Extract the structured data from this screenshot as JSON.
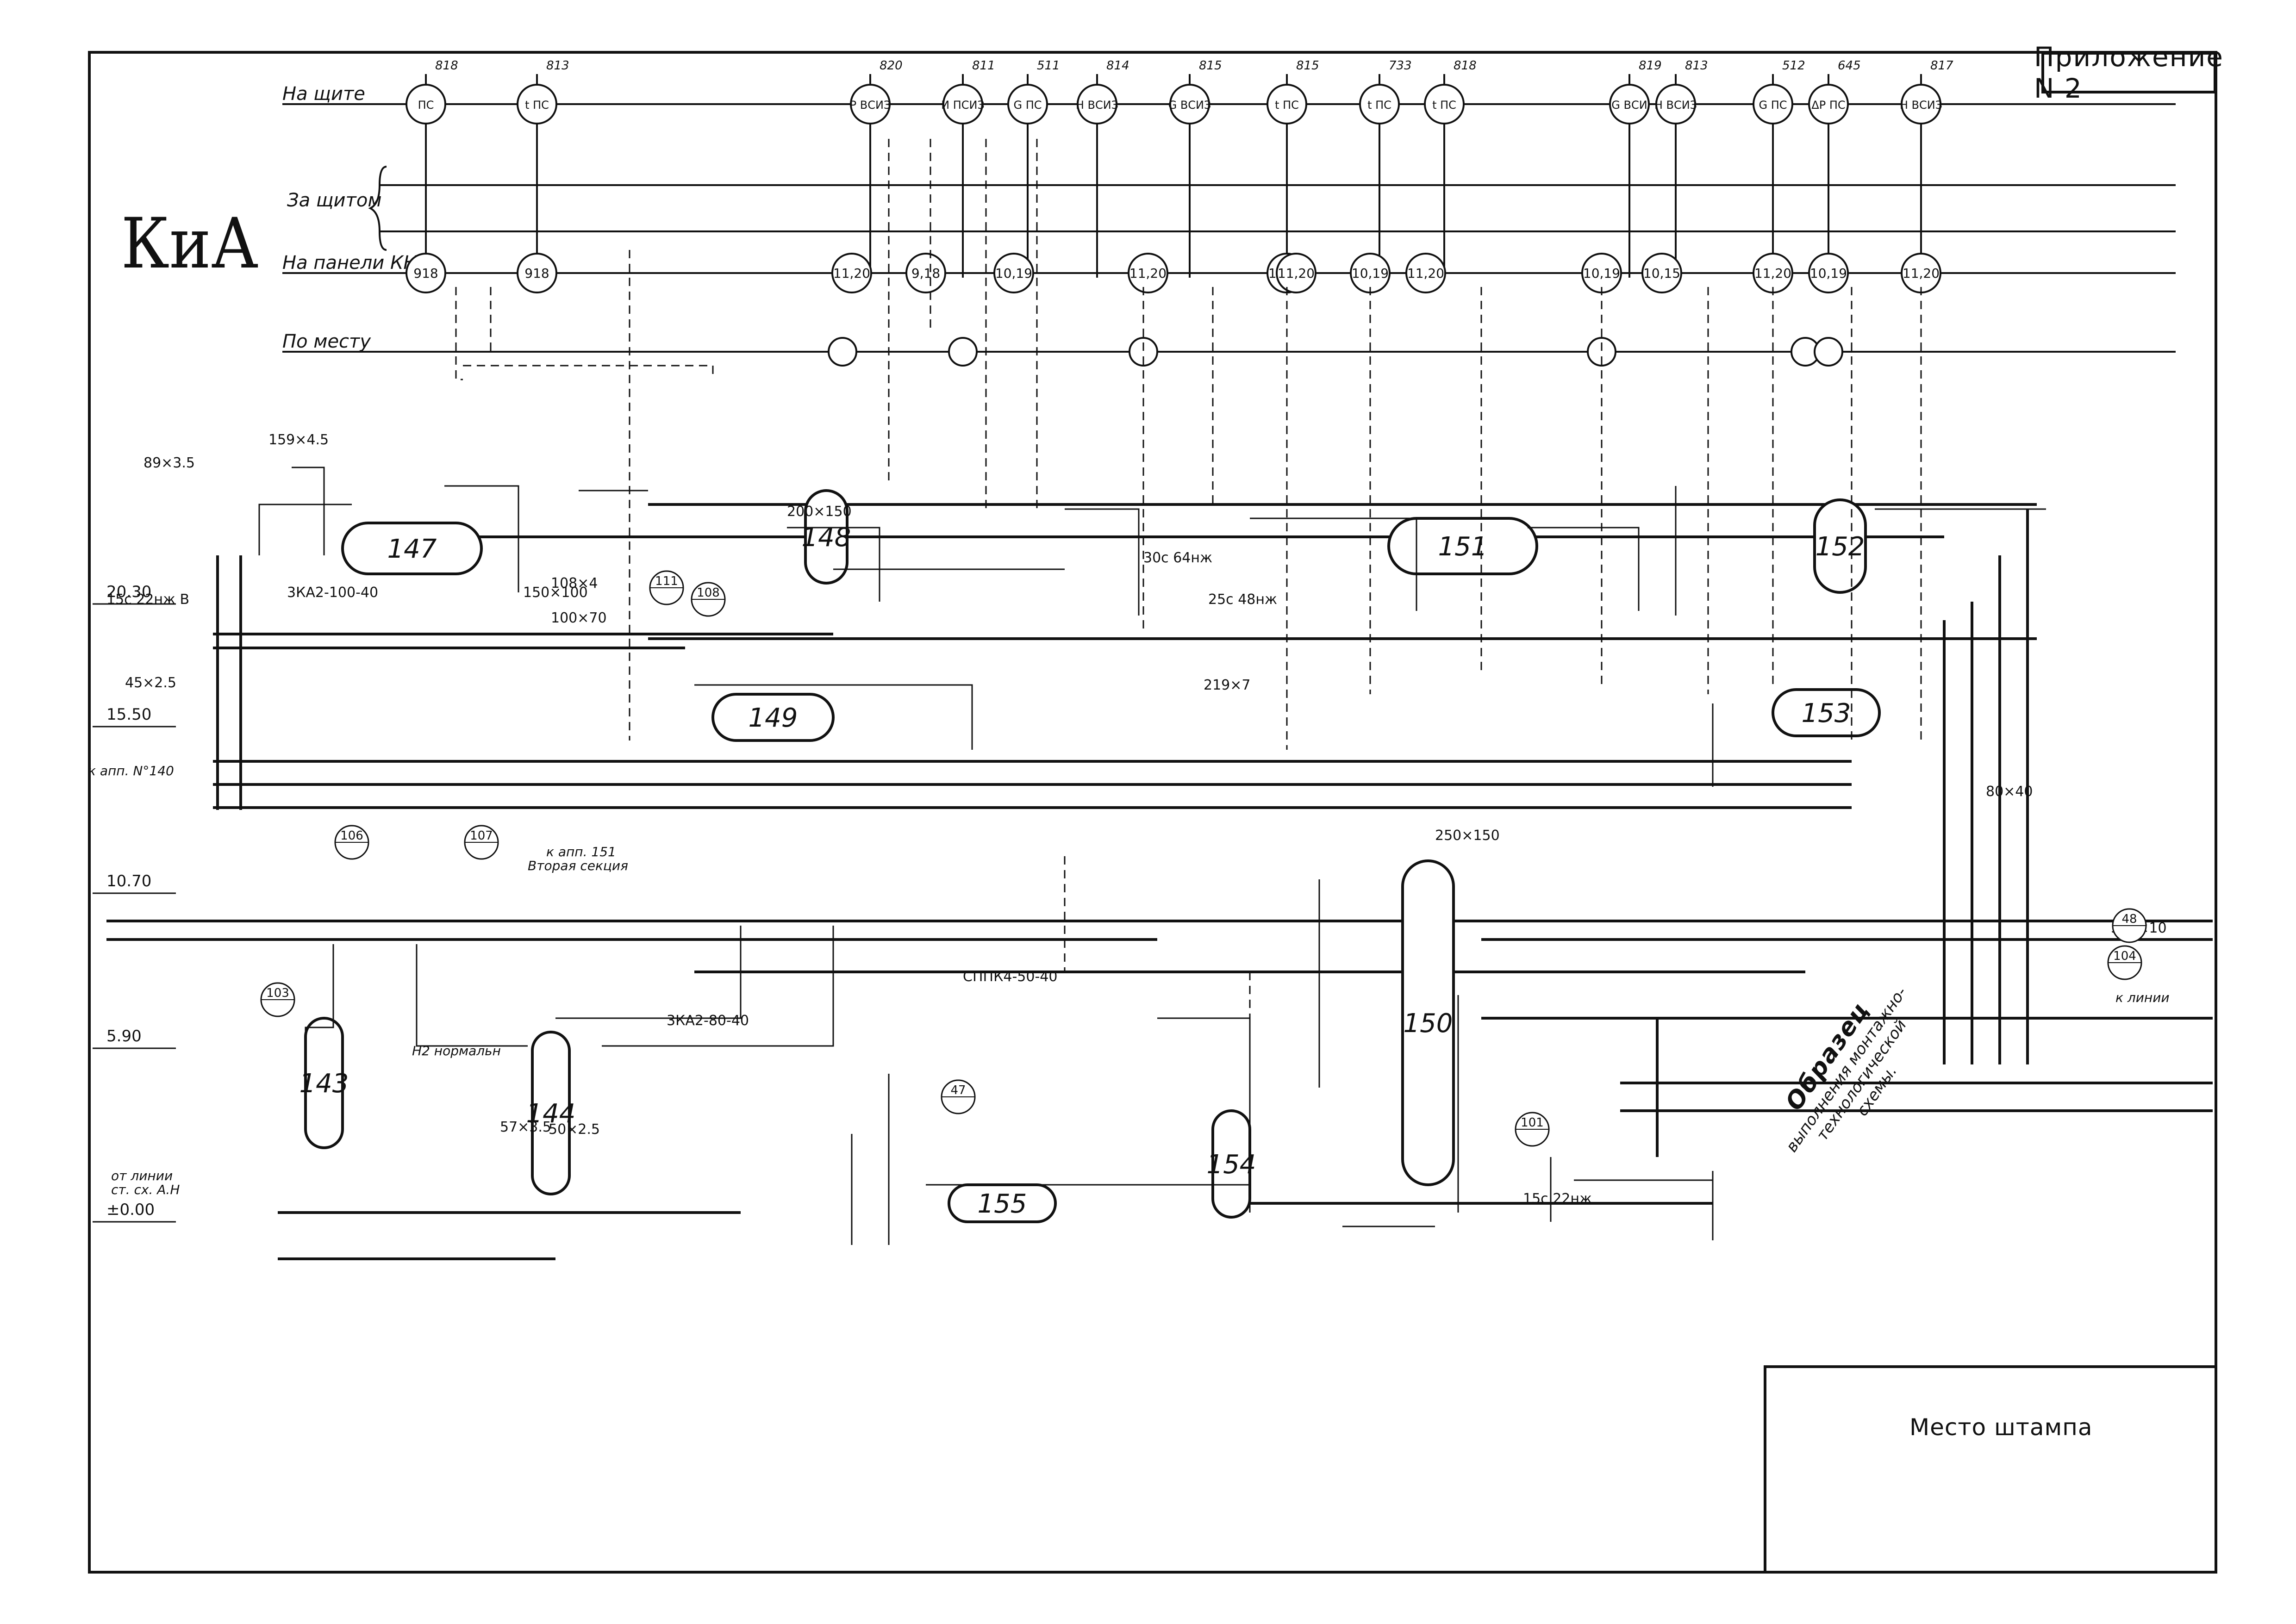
{
  "appendix_label": "Приложение N 2",
  "title": "КиА",
  "rows": {
    "on_board": "На щите",
    "behind_board": "За щитом",
    "on_panel": "На панели КН",
    "local": "По месту"
  },
  "stamp_place": "Место штампа",
  "sample_stamp": {
    "line1": "Образец",
    "line2": "выполнения монтажно-",
    "line3": "технологической",
    "line4": "схемы."
  },
  "elevations": [
    "20.30",
    "15.50",
    "10.70",
    "5.90",
    "±0.00"
  ],
  "equipment": [
    {
      "tag": "147"
    },
    {
      "tag": "148"
    },
    {
      "tag": "149"
    },
    {
      "tag": "151"
    },
    {
      "tag": "152"
    },
    {
      "tag": "153"
    },
    {
      "tag": "150"
    },
    {
      "tag": "143"
    },
    {
      "tag": "144"
    },
    {
      "tag": "154"
    },
    {
      "tag": "155"
    }
  ],
  "instruments_top": [
    {
      "tag": "818",
      "code": "ПС"
    },
    {
      "tag": "813",
      "code": "t ПС"
    },
    {
      "tag": "820",
      "code": "P ВСИЗ"
    },
    {
      "tag": "811",
      "code": "И ПСИЗ"
    },
    {
      "tag": "511",
      "code": "G ПС"
    },
    {
      "tag": "814",
      "code": "Н ВСИЗ"
    },
    {
      "tag": "815",
      "code": "G ВСИЗ"
    },
    {
      "tag": "815",
      "code": "t ПС"
    },
    {
      "tag": "733",
      "code": "t ПС"
    },
    {
      "tag": "818",
      "code": "t ПС"
    },
    {
      "tag": "819",
      "code": "G ВСИ"
    },
    {
      "tag": "813",
      "code": "Н ВСИЗ"
    },
    {
      "tag": "512",
      "code": "G ПС"
    },
    {
      "tag": "645",
      "code": "ΔP ПС"
    },
    {
      "tag": "817",
      "code": "Н ВСИЗ"
    }
  ],
  "panel_circles": [
    "918",
    "918",
    "11,20",
    "9,18",
    "10,19",
    "11,20",
    "11,20",
    "11,20",
    "10,19",
    "11,20",
    "10,19",
    "10,15",
    "11,20",
    "10,19",
    "11,20"
  ],
  "pipe_labels": [
    "89×3.5",
    "159×4.5",
    "45×2.5",
    "57×3.5",
    "108×4",
    "377×10",
    "219×7",
    "50×2.5",
    "150×100",
    "200×150",
    "250×150",
    "100×70",
    "80×40"
  ],
  "valve_labels": [
    "15с 22нж В",
    "3КА2-100-40",
    "3КА2-80-40",
    "СППК4-50-40",
    "30с 64нж",
    "25с 48нж",
    "15с 22нж"
  ],
  "line_notes": [
    "к апп. 151",
    "Вторая секция",
    "к линии",
    "от линии",
    "ст. сх. А.Н",
    "Н2 нормальн",
    "к апп. N°140"
  ],
  "instrument_code_numbers": [
    "101",
    "103",
    "104",
    "106",
    "107",
    "108",
    "111",
    "47",
    "48"
  ]
}
